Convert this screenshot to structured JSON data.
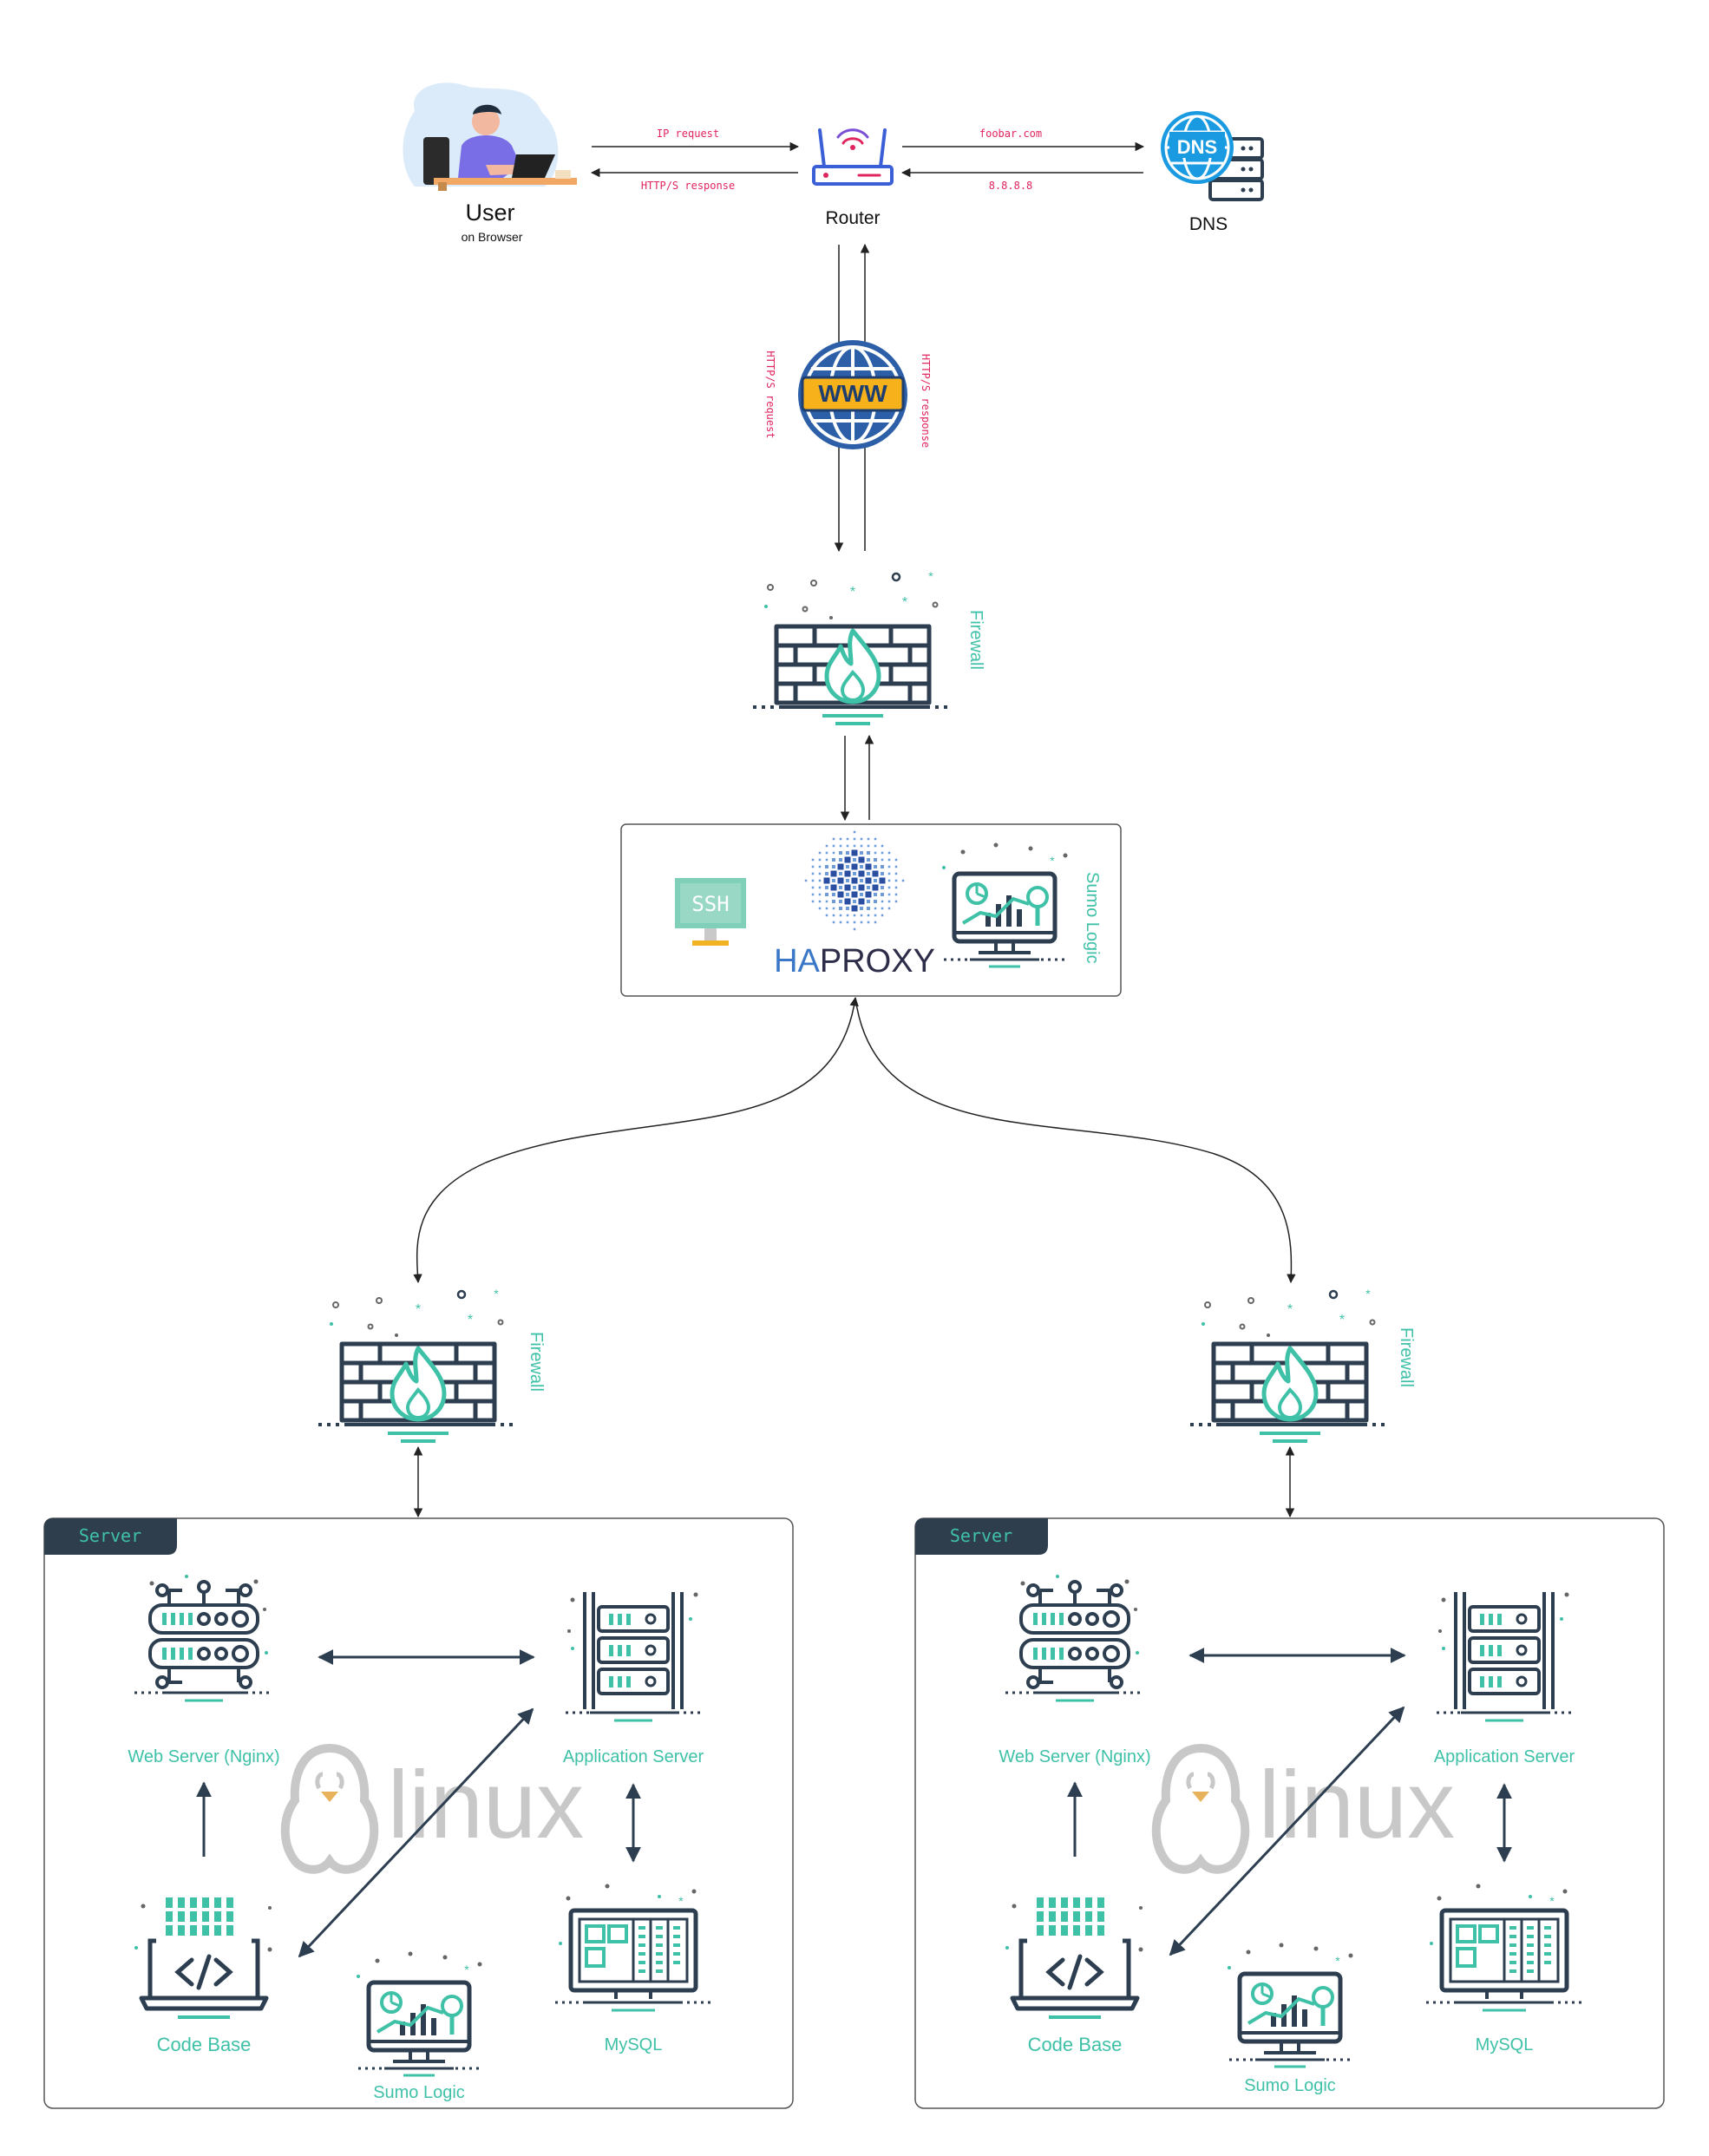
{
  "colors": {
    "teal": "#3fc1a8",
    "navy": "#2c3e50",
    "pink": "#e0245e",
    "haproxy_blue": "#3a78c7",
    "linux_gray": "#c8c8c8",
    "panel_stroke": "#555555",
    "server_tab": "#2f3e4d"
  },
  "top": {
    "user": {
      "title": "User",
      "subtitle": "on Browser"
    },
    "router": {
      "label": "Router"
    },
    "dns": {
      "label": "DNS",
      "badge": "DNS"
    },
    "user_router_request": "IP request",
    "user_router_response": "HTTP/S response",
    "router_dns_request": "foobar.com",
    "router_dns_response": "8.8.8.8",
    "www_badge": "WWW",
    "www_request": "HTTP/S request",
    "www_response": "HTTP/S response"
  },
  "firewall_main": {
    "label": "Firewall"
  },
  "loadbalancer": {
    "ssh_badge": "SSH",
    "haproxy_ha": "HA",
    "haproxy_proxy": "PROXY",
    "monitor_label": "Sumo Logic"
  },
  "servers": [
    {
      "firewall_label": "Firewall",
      "tab_label": "Server",
      "web_server": "Web Server (Nginx)",
      "app_server": "Application Server",
      "code_base": "Code Base",
      "mysql": "MySQL",
      "monitor": "Sumo Logic",
      "watermark": "linux"
    },
    {
      "firewall_label": "Firewall",
      "tab_label": "Server",
      "web_server": "Web Server (Nginx)",
      "app_server": "Application Server",
      "code_base": "Code Base",
      "mysql": "MySQL",
      "monitor": "Sumo Logic",
      "watermark": "linux"
    }
  ]
}
